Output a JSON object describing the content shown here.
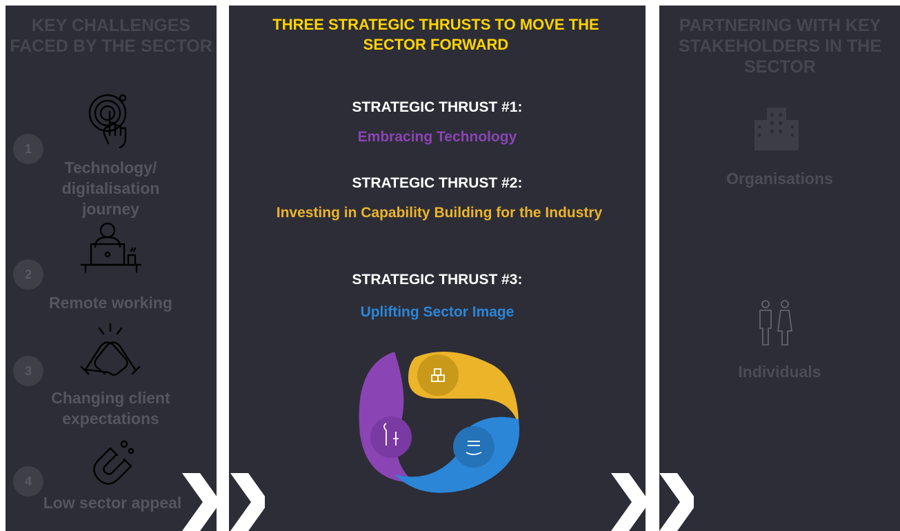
{
  "left": {
    "heading": "KEY CHALLENGES FACED BY THE SECTOR",
    "challenges": [
      {
        "num": "1",
        "label": "Technology/ digitalisation journey",
        "icon": "touch-target-icon"
      },
      {
        "num": "2",
        "label": "Remote working",
        "icon": "laptop-worker-icon"
      },
      {
        "num": "3",
        "label": "Changing client expectations",
        "icon": "handshake-icon"
      },
      {
        "num": "4",
        "label": "Low sector appeal",
        "icon": "magnet-icon"
      }
    ]
  },
  "middle": {
    "heading": "THREE STRATEGIC THRUSTS TO MOVE THE SECTOR FORWARD",
    "thrusts": [
      {
        "label": "STRATEGIC THRUST #1:",
        "name": "Embracing Technology",
        "color": "#8a44b4"
      },
      {
        "label": "STRATEGIC THRUST #2:",
        "name": "Investing in Capability Building for the Industry",
        "color": "#ebb429"
      },
      {
        "label": "STRATEGIC THRUST #3:",
        "name": "Uplifting Sector Image",
        "color": "#2b86d8"
      }
    ],
    "cycle_icons": [
      "boxes-icon",
      "tools-icon",
      "hand-stack-icon"
    ]
  },
  "right": {
    "heading": "PARTNERING WITH KEY STAKEHOLDERS IN THE SECTOR",
    "stakeholders": [
      {
        "label": "Organisations",
        "icon": "office-building-icon"
      },
      {
        "label": "Individuals",
        "icon": "people-icon"
      }
    ]
  },
  "colors": {
    "panel": "#2d2d37",
    "heading_yellow": "#ffd400",
    "dim_text": "#55555e",
    "purple": "#8a44b4",
    "gold": "#ebb429",
    "blue": "#2b86d8"
  }
}
